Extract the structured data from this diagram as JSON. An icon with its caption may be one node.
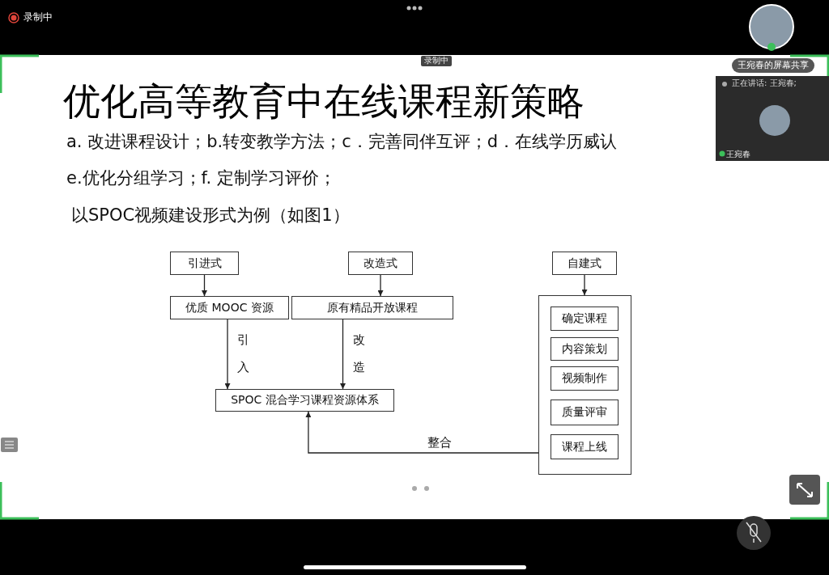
{
  "diagram": {
    "title": "优化高等教育中在线课程新策略",
    "nodes": [
      {
        "text": [
          "引进式"
        ]
      },
      {
        "text": [
          "改造式"
        ]
      },
      {
        "text": [
          "自建式"
        ]
      },
      {
        "text": [
          "优质 MOOC 资源"
        ]
      },
      {
        "text": [
          "原有精品开放课程"
        ]
      },
      {
        "text": [],
        "shape": "box"
      },
      {
        "text": [
          "确定课程"
        ],
        "in": 5
      },
      {
        "text": [
          "内容策划"
        ],
        "in": 5
      },
      {
        "text": [
          "视频制作"
        ],
        "in": 5
      },
      {
        "text": [
          "质量评审"
        ],
        "in": 5
      },
      {
        "text": [
          "课程上线"
        ],
        "in": 5
      },
      {
        "text": [
          "SPOC 混合学习课程资源体系"
        ]
      }
    ],
    "edges": [
      {
        "from": 0,
        "to": 3,
        "arrow": "to"
      },
      {
        "from": 1,
        "to": 4,
        "arrow": "to"
      },
      {
        "from": 2,
        "to": 5,
        "arrow": "to"
      },
      {
        "from": 3,
        "to": 11,
        "arrow": "to",
        "label": "引入"
      },
      {
        "from": 4,
        "to": 11,
        "arrow": "to",
        "label": "改造"
      },
      {
        "from": 5,
        "to": 11,
        "arrow": "to",
        "label": "整合"
      }
    ],
    "labels": [
      "录制中",
      "录制中",
      "王宛春的屏幕共享",
      "正在讲话: 王宛春;",
      "a. 改进课程设计；b.转变教学方法；c．完善同伴互评；d．在线学历威认",
      "王宛春",
      "e.优化分组学习；f. 定制学习评价；",
      "以SPOC视频建设形式为例（如图1）"
    ]
  }
}
